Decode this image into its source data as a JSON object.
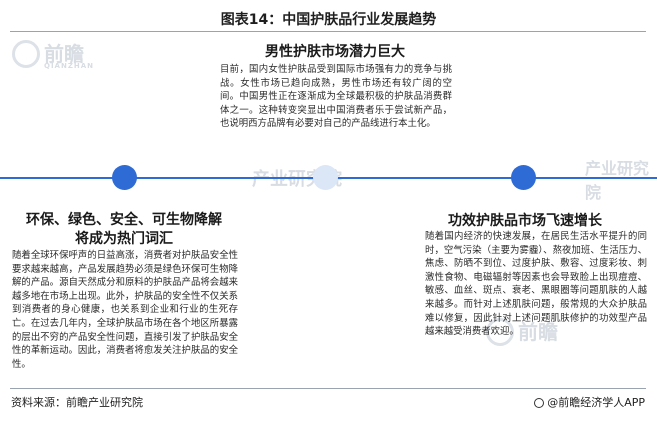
{
  "figure_title": "图表14：中国护肤品行业发展趋势",
  "watermark": {
    "brand_cn": "前瞻",
    "brand_en": "QIANZHAN",
    "research": "产业研究院"
  },
  "trends": [
    {
      "title": "男性护肤市场潜力巨大",
      "body": "目前，国内女性护肤品受到国际市场强有力的竞争与挑战。女性市场已趋向成熟，男性市场还有较广阔的空间。中国男性正在逐渐成为全球最积极的护肤品消费群体之一。这种转变突显出中国消费者乐于尝试新产品，也说明西方品牌有必要对自己的产品线进行本土化。"
    },
    {
      "title": "环保、绿色、安全、可生物降解将成为热门词汇",
      "title_line1": "环保、绿色、安全、可生物降解",
      "title_line2": "将成为热门词汇",
      "body": "随着全球环保呼声的日益高涨，消费者对护肤品安全性要求越来越高，产品发展趋势必须是绿色环保可生物降解的产品。源自天然成分和原料的护肤品产品将会越来越多地在市场上出现。此外，护肤品的安全性不仅关系到消费者的身心健康，也关系到企业和行业的生死存亡。在过去几年内，全球护肤品市场在各个地区所暴露的层出不穷的产品安全性问题，直接引发了护肤品安全性的革新运动。因此，消费者将愈发关注护肤品的安全性。"
    },
    {
      "title": "功效护肤品市场飞速增长",
      "body": "随着国内经济的快速发展，在居民生活水平提升的同时，空气污染（主要为雾霾）、熬夜加班、生活压力、焦虑、防晒不到位、过度护肤、敷容、过度彩妆、刺激性食物、电磁辐射等因素也会导致脸上出现痘痘、敏感、血丝、斑点、衰老、黑眼圈等问题肌肤的人越来越多。而针对上述肌肤问题，般常规的大众护肤品难以修复，因此针对上述问题肌肤修护的功效型产品越来越受消费者欢迎。"
    }
  ],
  "footer": {
    "source": "资料来源：前瞻产业研究院",
    "credit": "@前瞻经济学人APP"
  }
}
